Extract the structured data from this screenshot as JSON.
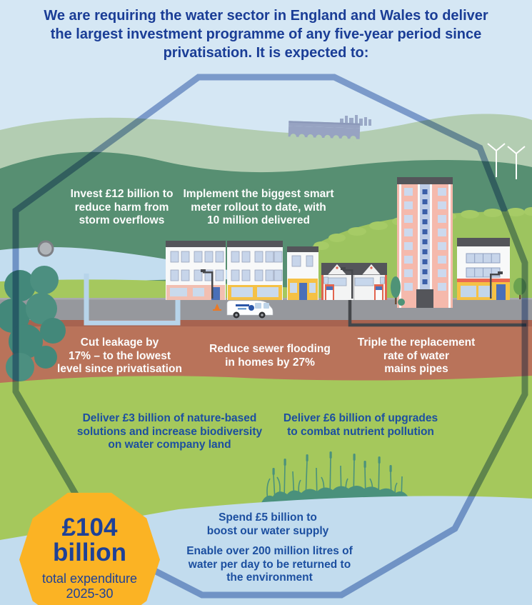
{
  "header": {
    "title_lines": [
      "We are requiring the water sector in England and Wales to deliver",
      "the largest investment programme of any five-year period since",
      "privatisation. It is expected to:"
    ]
  },
  "callouts": {
    "storm_overflows": {
      "lines": [
        "Invest £12 billion to",
        "reduce harm from",
        "storm overflows"
      ]
    },
    "smart_meters": {
      "lines": [
        "Implement the biggest smart",
        "meter rollout to date, with",
        "10 million delivered"
      ]
    },
    "leakage": {
      "lines": [
        "Cut leakage by",
        "17% – to the lowest",
        "level since privatisation"
      ]
    },
    "sewer_flooding": {
      "lines": [
        "Reduce sewer flooding",
        "in homes by 27%"
      ]
    },
    "mains_pipes": {
      "lines": [
        "Triple the replacement",
        "rate of water",
        "mains pipes"
      ]
    },
    "nature_based": {
      "lines": [
        "Deliver £3 billion of nature-based",
        "solutions and increase biodiversity",
        "on water company land"
      ]
    },
    "nutrient_pollution": {
      "lines": [
        "Deliver £6 billion of upgrades",
        "to combat nutrient pollution"
      ]
    },
    "water_supply": {
      "lines": [
        "Spend £5 billion to",
        "boost our water supply"
      ]
    },
    "environment_return": {
      "lines": [
        "Enable over 200 million litres of",
        "water per day to be returned to",
        "the environment"
      ]
    }
  },
  "badge": {
    "amount": "£104",
    "unit": "billion",
    "label_line1": "total expenditure",
    "label_line2": "2025-30"
  },
  "colors": {
    "background_sky": "#d5e7f4",
    "title_blue": "#1a3d96",
    "callout_blue": "#1c4fa0",
    "callout_white": "#fdfdfd",
    "badge_yellow": "#fbb324",
    "badge_text_blue": "#1e4197",
    "far_hill_green": "#b3cdb2",
    "mid_hill_green": "#578f72",
    "lawn_green": "#9dc45f",
    "field_green": "#a5c85c",
    "water_blue": "#c2dcee",
    "soil_brown": "#b9735a",
    "road_grey": "#96989d",
    "octagon_line": "#93aad3"
  }
}
